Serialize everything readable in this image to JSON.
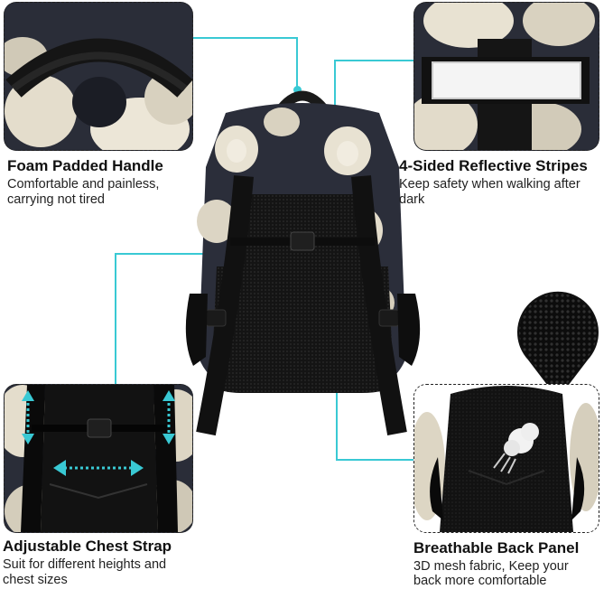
{
  "features": {
    "handle": {
      "title": "Foam Padded Handle",
      "desc_line1": "Comfortable and painless,",
      "desc_line2": "carrying not tired"
    },
    "reflective": {
      "title": "4-Sided Reflective Stripes",
      "desc_line1": "Keep safety when walking after",
      "desc_line2": "dark"
    },
    "chest": {
      "title": "Adjustable Chest Strap",
      "desc_line1": "Suit for different heights and",
      "desc_line2": "chest sizes"
    },
    "back": {
      "title": "Breathable Back Panel",
      "desc_line1": "3D mesh fabric, Keep your",
      "desc_line2": "back more comfortable"
    }
  },
  "colors": {
    "accent": "#39c9d4",
    "bag_dark": "#1e2029",
    "sheep_wool": "#e8e2d2",
    "mesh": "#111111"
  }
}
